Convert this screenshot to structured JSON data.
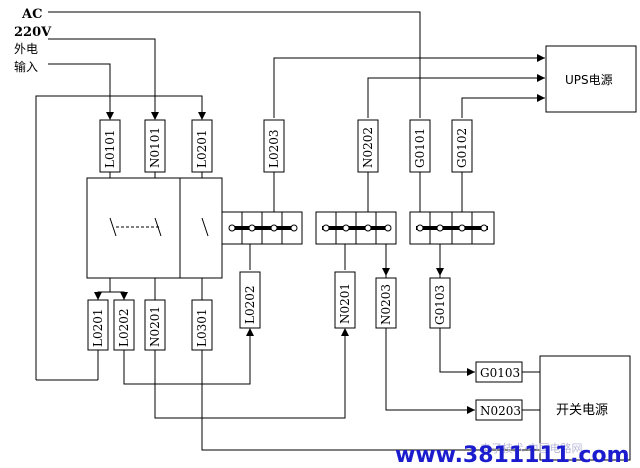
{
  "input": {
    "line1": "AC",
    "line2": "220V",
    "line3": "外电",
    "line4": "输入"
  },
  "ups": {
    "label": "UPS电源"
  },
  "psu": {
    "label": "开关电源"
  },
  "wires": {
    "L0101": "L0101",
    "N0101": "N0101",
    "L0201_top": "L0201",
    "L0203": "L0203",
    "N0202": "N0202",
    "G0101": "G0101",
    "G0102": "G0102",
    "L0201_bot": "L0201",
    "L0202_a": "L0202",
    "N0201_a": "N0201",
    "L0301": "L0301",
    "L0202_b": "L0202",
    "N0201_b": "N0201",
    "N0203_v": "N0203",
    "G0103_v": "G0103",
    "G0103_h": "G0103",
    "N0203_h": "N0203"
  },
  "watermark": {
    "text": "www.3811111.com",
    "sub": "电子技术·中国电路网"
  }
}
